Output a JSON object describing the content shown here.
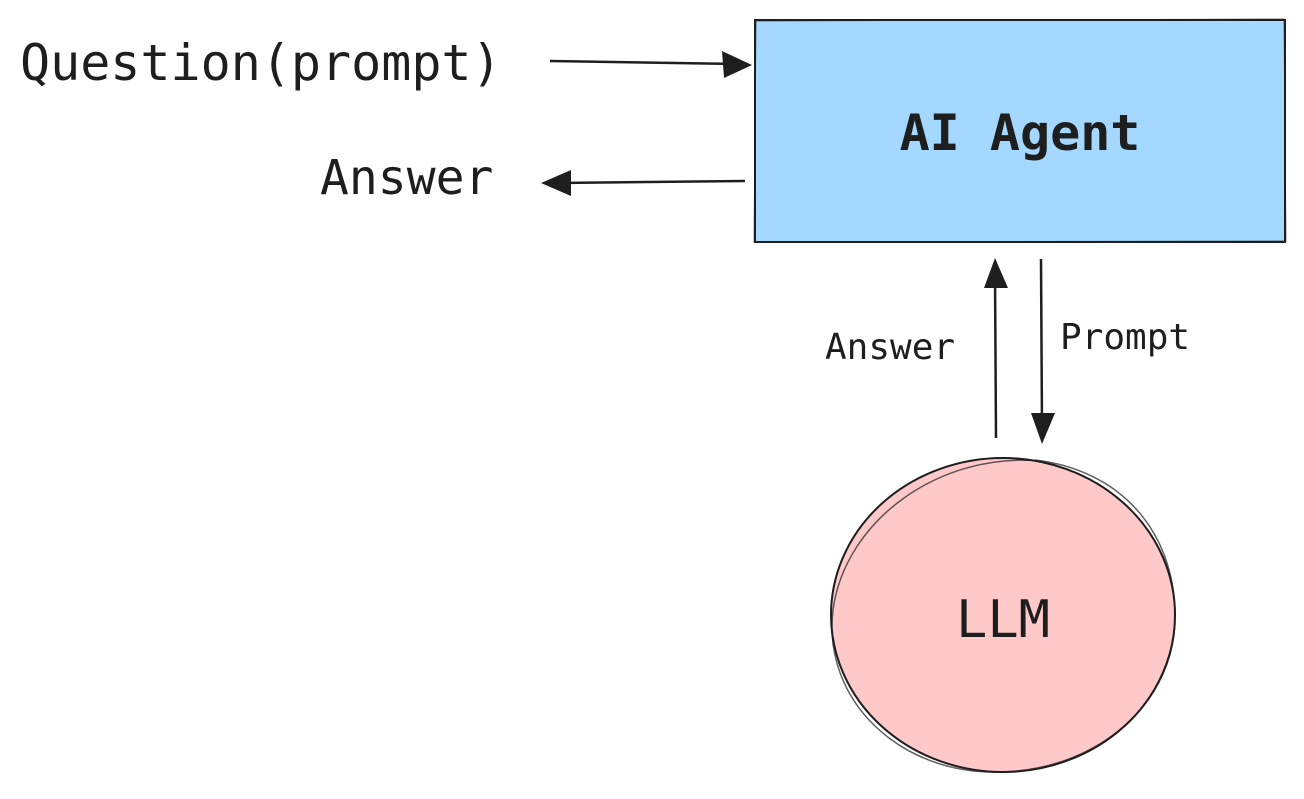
{
  "inputs": {
    "question_label": "Question(prompt)",
    "answer_label": "Answer"
  },
  "agent": {
    "label": "AI Agent",
    "fill_color": "#a5d8ff"
  },
  "llm": {
    "label": "LLM",
    "fill_color": "#ffc9c9"
  },
  "links": {
    "llm_answer_label": "Answer",
    "llm_prompt_label": "Prompt"
  },
  "stroke_color": "#1e1e1e"
}
